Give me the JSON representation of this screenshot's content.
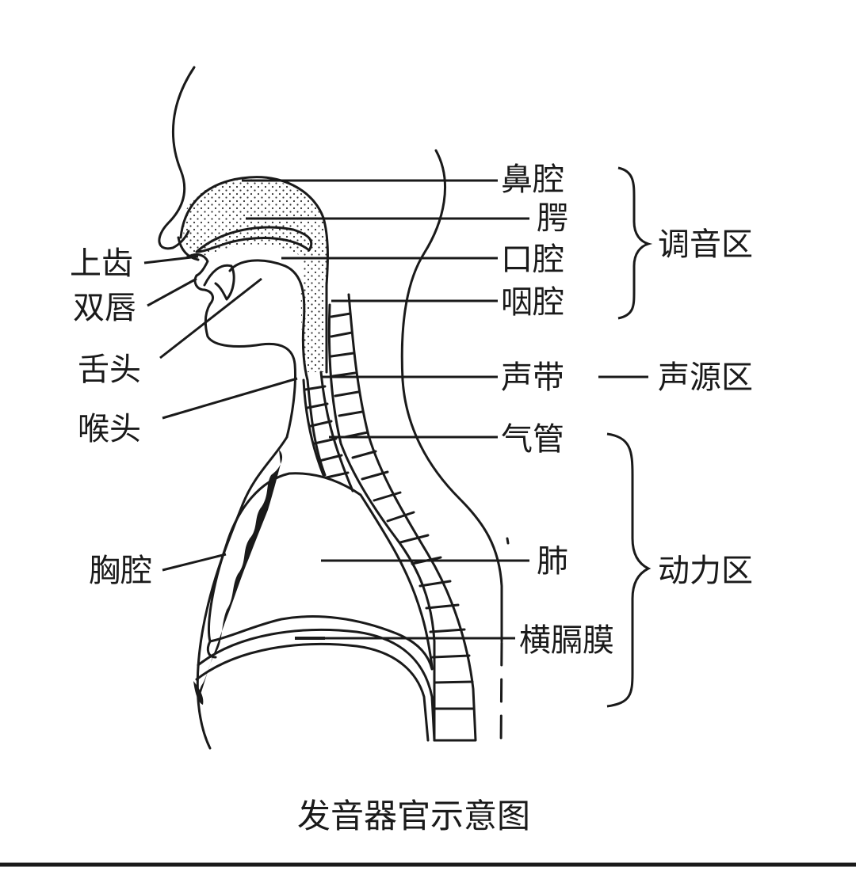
{
  "labels": {
    "nasal_cavity": "鼻腔",
    "palate": "腭",
    "oral_cavity": "口腔",
    "pharynx": "咽腔",
    "vocal_cords": "声带",
    "trachea": "气管",
    "lung": "肺",
    "diaphragm": "横膈膜",
    "upper_teeth": "上齿",
    "lips": "双唇",
    "tongue": "舌头",
    "larynx": "喉头",
    "chest_cavity": "胸腔"
  },
  "regions": {
    "articulation": "调音区",
    "sound_source": "声源区",
    "power": "动力区"
  },
  "caption": "发音器官示意图"
}
